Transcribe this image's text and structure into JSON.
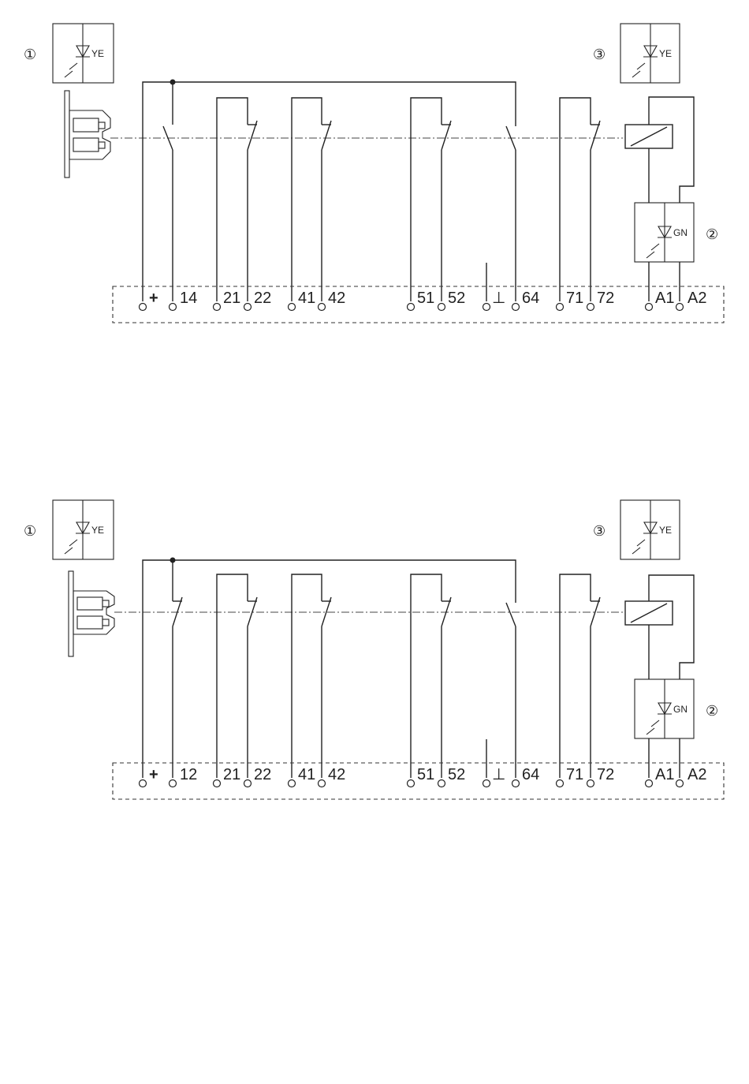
{
  "diagrams": [
    {
      "id": "upper",
      "callouts": {
        "left": "①",
        "right_top": "③",
        "right_mid": "②"
      },
      "led_labels": {
        "left": "YE",
        "right_top": "YE",
        "right_mid": "GN"
      },
      "terminals": [
        "+",
        "14",
        "21",
        "22",
        "41",
        "42",
        "51",
        "52",
        "⊥",
        "64",
        "71",
        "72",
        "A1",
        "A2"
      ]
    },
    {
      "id": "lower",
      "callouts": {
        "left": "①",
        "right_top": "③",
        "right_mid": "②"
      },
      "led_labels": {
        "left": "YE",
        "right_top": "YE",
        "right_mid": "GN"
      },
      "terminals": [
        "+",
        "12",
        "21",
        "22",
        "41",
        "42",
        "51",
        "52",
        "⊥",
        "64",
        "71",
        "72",
        "A1",
        "A2"
      ]
    }
  ],
  "colors": {
    "line": "#222222",
    "background": "#ffffff"
  }
}
